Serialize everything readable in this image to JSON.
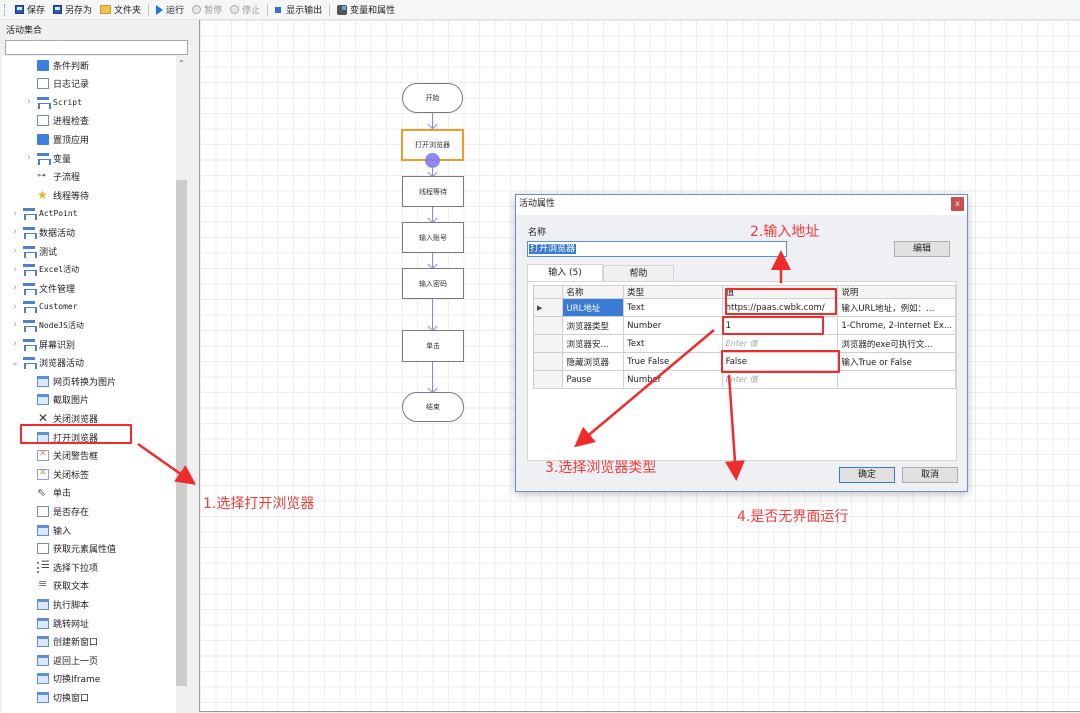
{
  "toolbar": {
    "items": [
      {
        "label": "保存",
        "icon": "save-icon",
        "enabled": true
      },
      {
        "label": "另存为",
        "icon": "save-as-icon",
        "enabled": true
      },
      {
        "label": "文件夹",
        "icon": "folder-icon",
        "enabled": true
      },
      {
        "label": "运行",
        "icon": "run-icon",
        "enabled": true
      },
      {
        "label": "暂停",
        "icon": "pause-icon",
        "enabled": false
      },
      {
        "label": "停止",
        "icon": "stop-icon",
        "enabled": false
      },
      {
        "label": "显示输出",
        "icon": "output-icon",
        "enabled": true
      },
      {
        "label": "变量和属性",
        "icon": "variables-icon",
        "enabled": true
      }
    ]
  },
  "left_panel": {
    "title": "活动集合",
    "search_value": "",
    "tree": [
      {
        "label": "条件判断",
        "level": 2,
        "icon": "condition-icon"
      },
      {
        "label": "日志记录",
        "level": 2,
        "icon": "log-icon"
      },
      {
        "label": "Script",
        "level": 1,
        "icon": "group-icon",
        "expandable": true
      },
      {
        "label": "进程检查",
        "level": 2,
        "icon": "process-check-icon"
      },
      {
        "label": "置顶应用",
        "level": 2,
        "icon": "topmost-icon"
      },
      {
        "label": "变量",
        "level": 1,
        "icon": "group-icon",
        "expandable": true
      },
      {
        "label": "子流程",
        "level": 2,
        "icon": "subflow-icon"
      },
      {
        "label": "线程等待",
        "level": 2,
        "icon": "star-icon"
      },
      {
        "label": "ActPoint",
        "level": 0,
        "icon": "group-icon",
        "expandable": true
      },
      {
        "label": "数据活动",
        "level": 0,
        "icon": "group-icon",
        "expandable": true
      },
      {
        "label": "测试",
        "level": 0,
        "icon": "group-icon",
        "expandable": true
      },
      {
        "label": "Excel活动",
        "level": 0,
        "icon": "group-icon",
        "expandable": true
      },
      {
        "label": "文件管理",
        "level": 0,
        "icon": "group-icon",
        "expandable": true
      },
      {
        "label": "Customer",
        "level": 0,
        "icon": "group-icon",
        "expandable": true
      },
      {
        "label": "NodeJS活动",
        "level": 0,
        "icon": "group-icon",
        "expandable": true
      },
      {
        "label": "屏幕识别",
        "level": 0,
        "icon": "group-icon",
        "expandable": true
      },
      {
        "label": "浏览器活动",
        "level": 0,
        "icon": "group-icon",
        "expandable": true,
        "expanded": true
      },
      {
        "label": "网页转换为图片",
        "level": 1,
        "icon": "webpage-image-icon"
      },
      {
        "label": "截取图片",
        "level": 1,
        "icon": "screenshot-icon"
      },
      {
        "label": "关闭浏览器",
        "level": 1,
        "icon": "close-icon"
      },
      {
        "label": "打开浏览器",
        "level": 1,
        "icon": "browser-icon",
        "highlighted": true
      },
      {
        "label": "关闭警告框",
        "level": 1,
        "icon": "close-alert-icon"
      },
      {
        "label": "关闭标签",
        "level": 1,
        "icon": "close-tab-icon"
      },
      {
        "label": "单击",
        "level": 1,
        "icon": "cursor-icon"
      },
      {
        "label": "是否存在",
        "level": 1,
        "icon": "exists-icon"
      },
      {
        "label": "输入",
        "level": 1,
        "icon": "input-icon"
      },
      {
        "label": "获取元素属性值",
        "level": 1,
        "icon": "attribute-icon"
      },
      {
        "label": "选择下拉项",
        "level": 1,
        "icon": "list-icon"
      },
      {
        "label": "获取文本",
        "level": 1,
        "icon": "text-icon"
      },
      {
        "label": "执行脚本",
        "level": 1,
        "icon": "script-icon"
      },
      {
        "label": "跳转网址",
        "level": 1,
        "icon": "navigate-icon"
      },
      {
        "label": "创建新窗口",
        "level": 1,
        "icon": "new-window-icon"
      },
      {
        "label": "返回上一页",
        "level": 1,
        "icon": "back-icon"
      },
      {
        "label": "切换Iframe",
        "level": 1,
        "icon": "iframe-icon"
      },
      {
        "label": "切换窗口",
        "level": 1,
        "icon": "switch-window-icon"
      }
    ]
  },
  "flow": {
    "nodes": [
      {
        "label": "开始",
        "shape": "pill"
      },
      {
        "label": "打开浏览器",
        "shape": "rect",
        "selected": true
      },
      {
        "label": "线程等待",
        "shape": "rect"
      },
      {
        "label": "输入账号",
        "shape": "rect"
      },
      {
        "label": "输入密码",
        "shape": "rect"
      },
      {
        "label": "单击",
        "shape": "rect"
      },
      {
        "label": "结束",
        "shape": "pill"
      }
    ]
  },
  "dialog": {
    "title": "活动属性",
    "close_label": "x",
    "name_label": "名称",
    "name_value": "打开浏览器",
    "edit_button": "编辑",
    "tabs": [
      {
        "label": "输入 (5)",
        "active": true
      },
      {
        "label": "帮助",
        "active": false
      }
    ],
    "grid": {
      "columns": [
        "名称",
        "类型",
        "值",
        "说明"
      ],
      "rows": [
        {
          "marker": "▶",
          "name": "URL地址",
          "type": "Text",
          "value": "https://paas.cwbk.com/",
          "value_placeholder": false,
          "desc": "输入URL地址，例如：..."
        },
        {
          "marker": "",
          "name": "浏览器类型",
          "type": "Number",
          "value": "1",
          "value_placeholder": false,
          "desc": "1-Chrome, 2-Internet Ex..."
        },
        {
          "marker": "",
          "name": "浏览器安...",
          "type": "Text",
          "value": "Enter 值",
          "value_placeholder": true,
          "desc": "浏览器的exe可执行文..."
        },
        {
          "marker": "",
          "name": "隐藏浏览器",
          "type": "True False",
          "value": "False",
          "value_placeholder": false,
          "desc": "输入True or False"
        },
        {
          "marker": "",
          "name": "Pause",
          "type": "Number",
          "value": "Enter 值",
          "value_placeholder": true,
          "desc": ""
        }
      ]
    },
    "ok_button": "确定",
    "cancel_button": "取消"
  },
  "annotations": {
    "step1": "1.选择打开浏览器",
    "step2": "2.输入地址",
    "step3": "3.选择浏览器类型",
    "step4": "4.是否无界面运行",
    "color": "#ef2b2b"
  }
}
